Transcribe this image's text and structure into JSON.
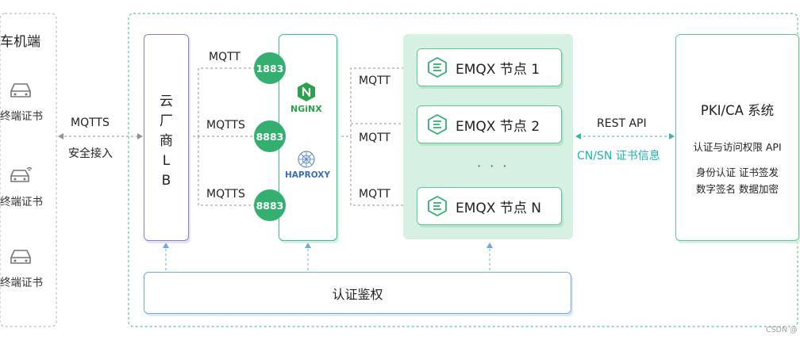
{
  "vehicle": {
    "title": "车机端",
    "terminal_label": "终端证书",
    "protocol": "MQTTS",
    "access": "安全接入"
  },
  "cloud_lb": {
    "label_lines": [
      "云",
      "厂",
      "商",
      "L",
      "B"
    ]
  },
  "proxy": {
    "links": [
      {
        "protocol": "MQTT",
        "port": "1883"
      },
      {
        "protocol": "MQTTS",
        "port": "8883"
      },
      {
        "protocol": "MQTTS",
        "port": "8883"
      }
    ],
    "nginx_logo": "NGiNX",
    "haproxy_logo": "HAPROXY"
  },
  "emqx": {
    "node_protocol": "MQTT",
    "nodes": [
      "EMQX 节点 1",
      "EMQX 节点 2",
      "EMQX 节点 N"
    ],
    "ellipsis": "· · ·"
  },
  "rest": {
    "label": "REST API",
    "cert_info": "CN/SN 证书信息"
  },
  "pki": {
    "title": "PKI/CA 系统",
    "line1": "认证与访问权限 API",
    "line2": "身份认证  证书签发",
    "line3": "数字签名  数据加密"
  },
  "auth": {
    "label": "认证鉴权"
  },
  "watermark": "CSDN @",
  "colors": {
    "lb_border": "#8a7be0",
    "green": "#33b06f",
    "emqx_panel": "#d6f0e2",
    "cyan_text": "#1ab5b5",
    "auth_border": "#6ea9e8",
    "dashed_outline": "#5cc58f"
  }
}
